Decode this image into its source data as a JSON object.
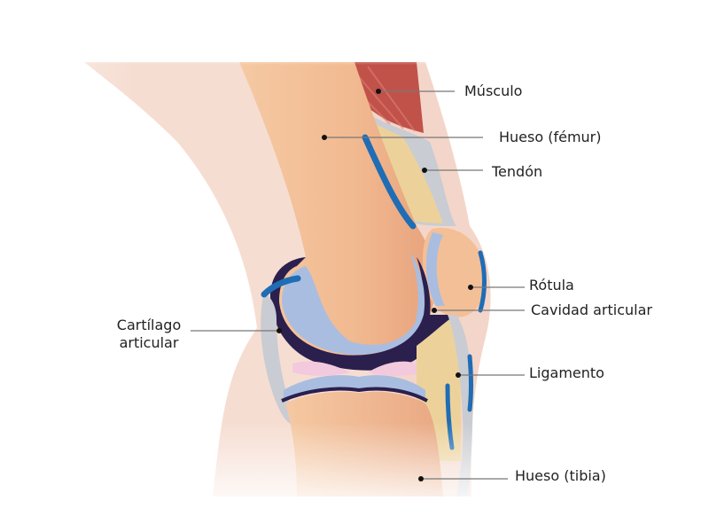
{
  "labels": {
    "musculo": "Músculo",
    "hueso_femur": "Hueso (fémur)",
    "tendon": "Tendón",
    "rotula": "Rótula",
    "cavidad_articular": "Cavidad articular",
    "cartilago_line1": "Cartílago",
    "cartilago_line2": "articular",
    "ligamento": "Ligamento",
    "hueso_tibia": "Hueso (tibia)"
  },
  "colors": {
    "skin": "#f6ddd2",
    "bone": "#f3bf97",
    "bone_dark": "#eaa37e",
    "muscle": "#c0524a",
    "tendon": "#c9ccd2",
    "fat": "#ecd29a",
    "cartilage": "#a9bde0",
    "joint_cavity": "#2b1f4e",
    "meniscus": "#f2c9dd",
    "ligament_blue": "#1f6db5",
    "leader_line": "#777777"
  }
}
